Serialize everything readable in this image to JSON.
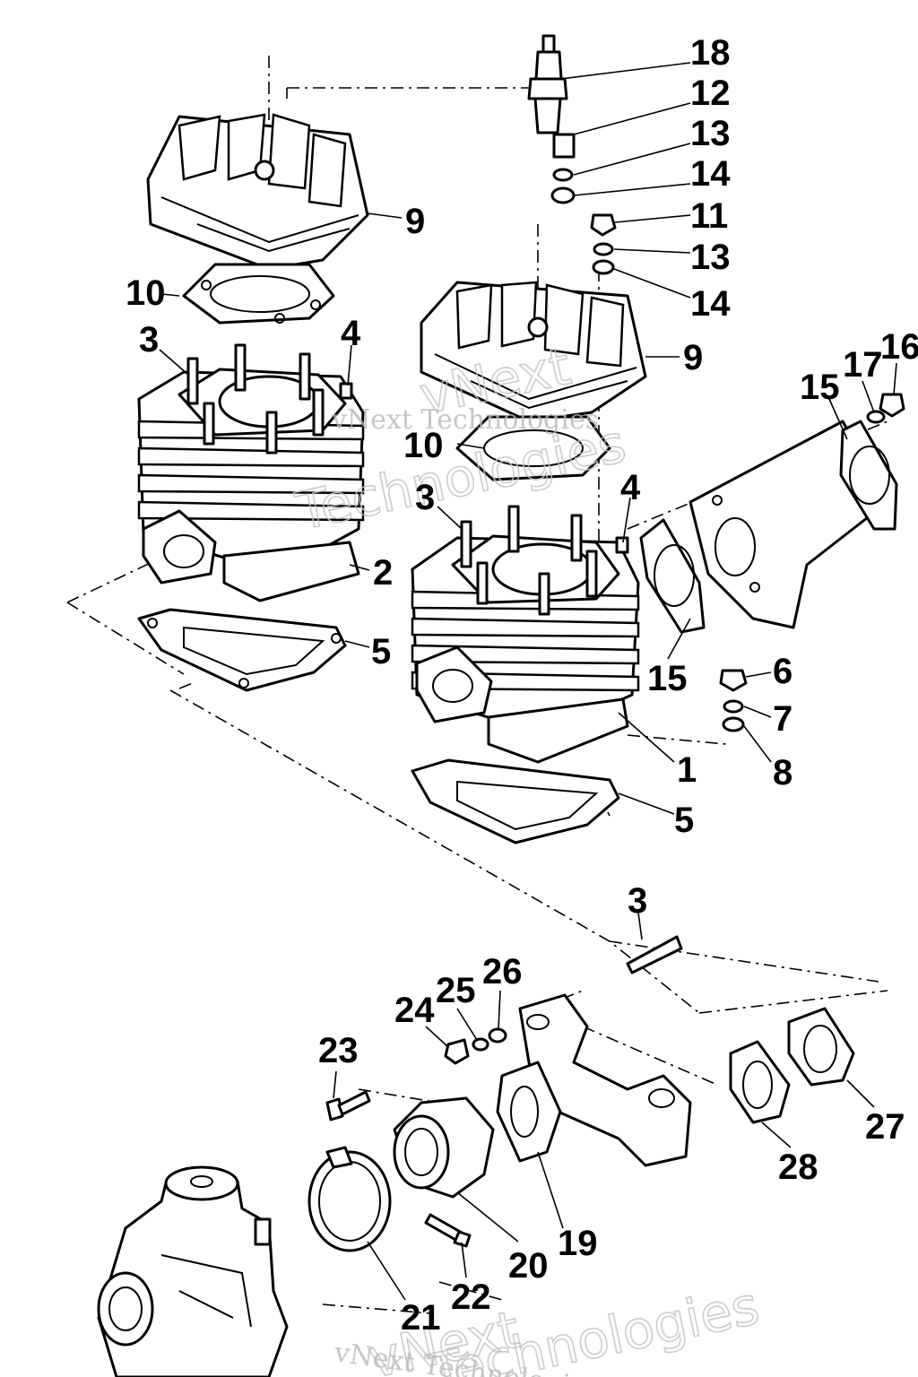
{
  "watermark": {
    "brand": "vNext",
    "line": "vNext Technologies",
    "word": "Technologies"
  },
  "callouts": {
    "c18": "18",
    "c12": "12",
    "c13a": "13",
    "c14a": "14",
    "c11": "11",
    "c13b": "13",
    "c14b": "14",
    "c9a": "9",
    "c9b": "9",
    "c10a": "10",
    "c10b": "10",
    "c3a": "3",
    "c3b": "3",
    "c3c": "3",
    "c4a": "4",
    "c4b": "4",
    "c2": "2",
    "c5a": "5",
    "c5b": "5",
    "c1": "1",
    "c15a": "15",
    "c15b": "15",
    "c16": "16",
    "c17": "17",
    "c6": "6",
    "c7": "7",
    "c8": "8",
    "c19": "19",
    "c20": "20",
    "c21": "21",
    "c22": "22",
    "c23": "23",
    "c24": "24",
    "c25": "25",
    "c26": "26",
    "c27": "27",
    "c28": "28"
  }
}
